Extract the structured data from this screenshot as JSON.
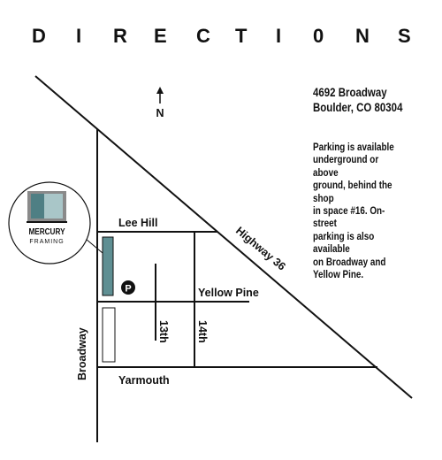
{
  "title": {
    "letters": [
      "D",
      "I",
      "R",
      "E",
      "C",
      "T",
      "I",
      "0",
      "N",
      "S"
    ]
  },
  "address": {
    "line1": "4692 Broadway",
    "line2": "Boulder, CO 80304"
  },
  "parking_note": {
    "lines": [
      "Parking is available",
      "underground or above",
      "ground, behind the shop",
      "in space #16. On-street",
      "parking is also available",
      "on Broadway and",
      "Yellow Pine."
    ]
  },
  "map": {
    "north_label": "N",
    "streets": {
      "lee_hill": "Lee Hill",
      "highway_36": "Highway 36",
      "yellow_pine": "Yellow Pine",
      "broadway": "Broadway",
      "yarmouth": "Yarmouth",
      "street_13th": "13th",
      "street_14th": "14th"
    },
    "parking_marker": "P",
    "logo": {
      "line1": "MERCURY",
      "line2": "FRAMING"
    },
    "colors": {
      "shop": "#5f8f93",
      "ink": "#111111"
    }
  }
}
